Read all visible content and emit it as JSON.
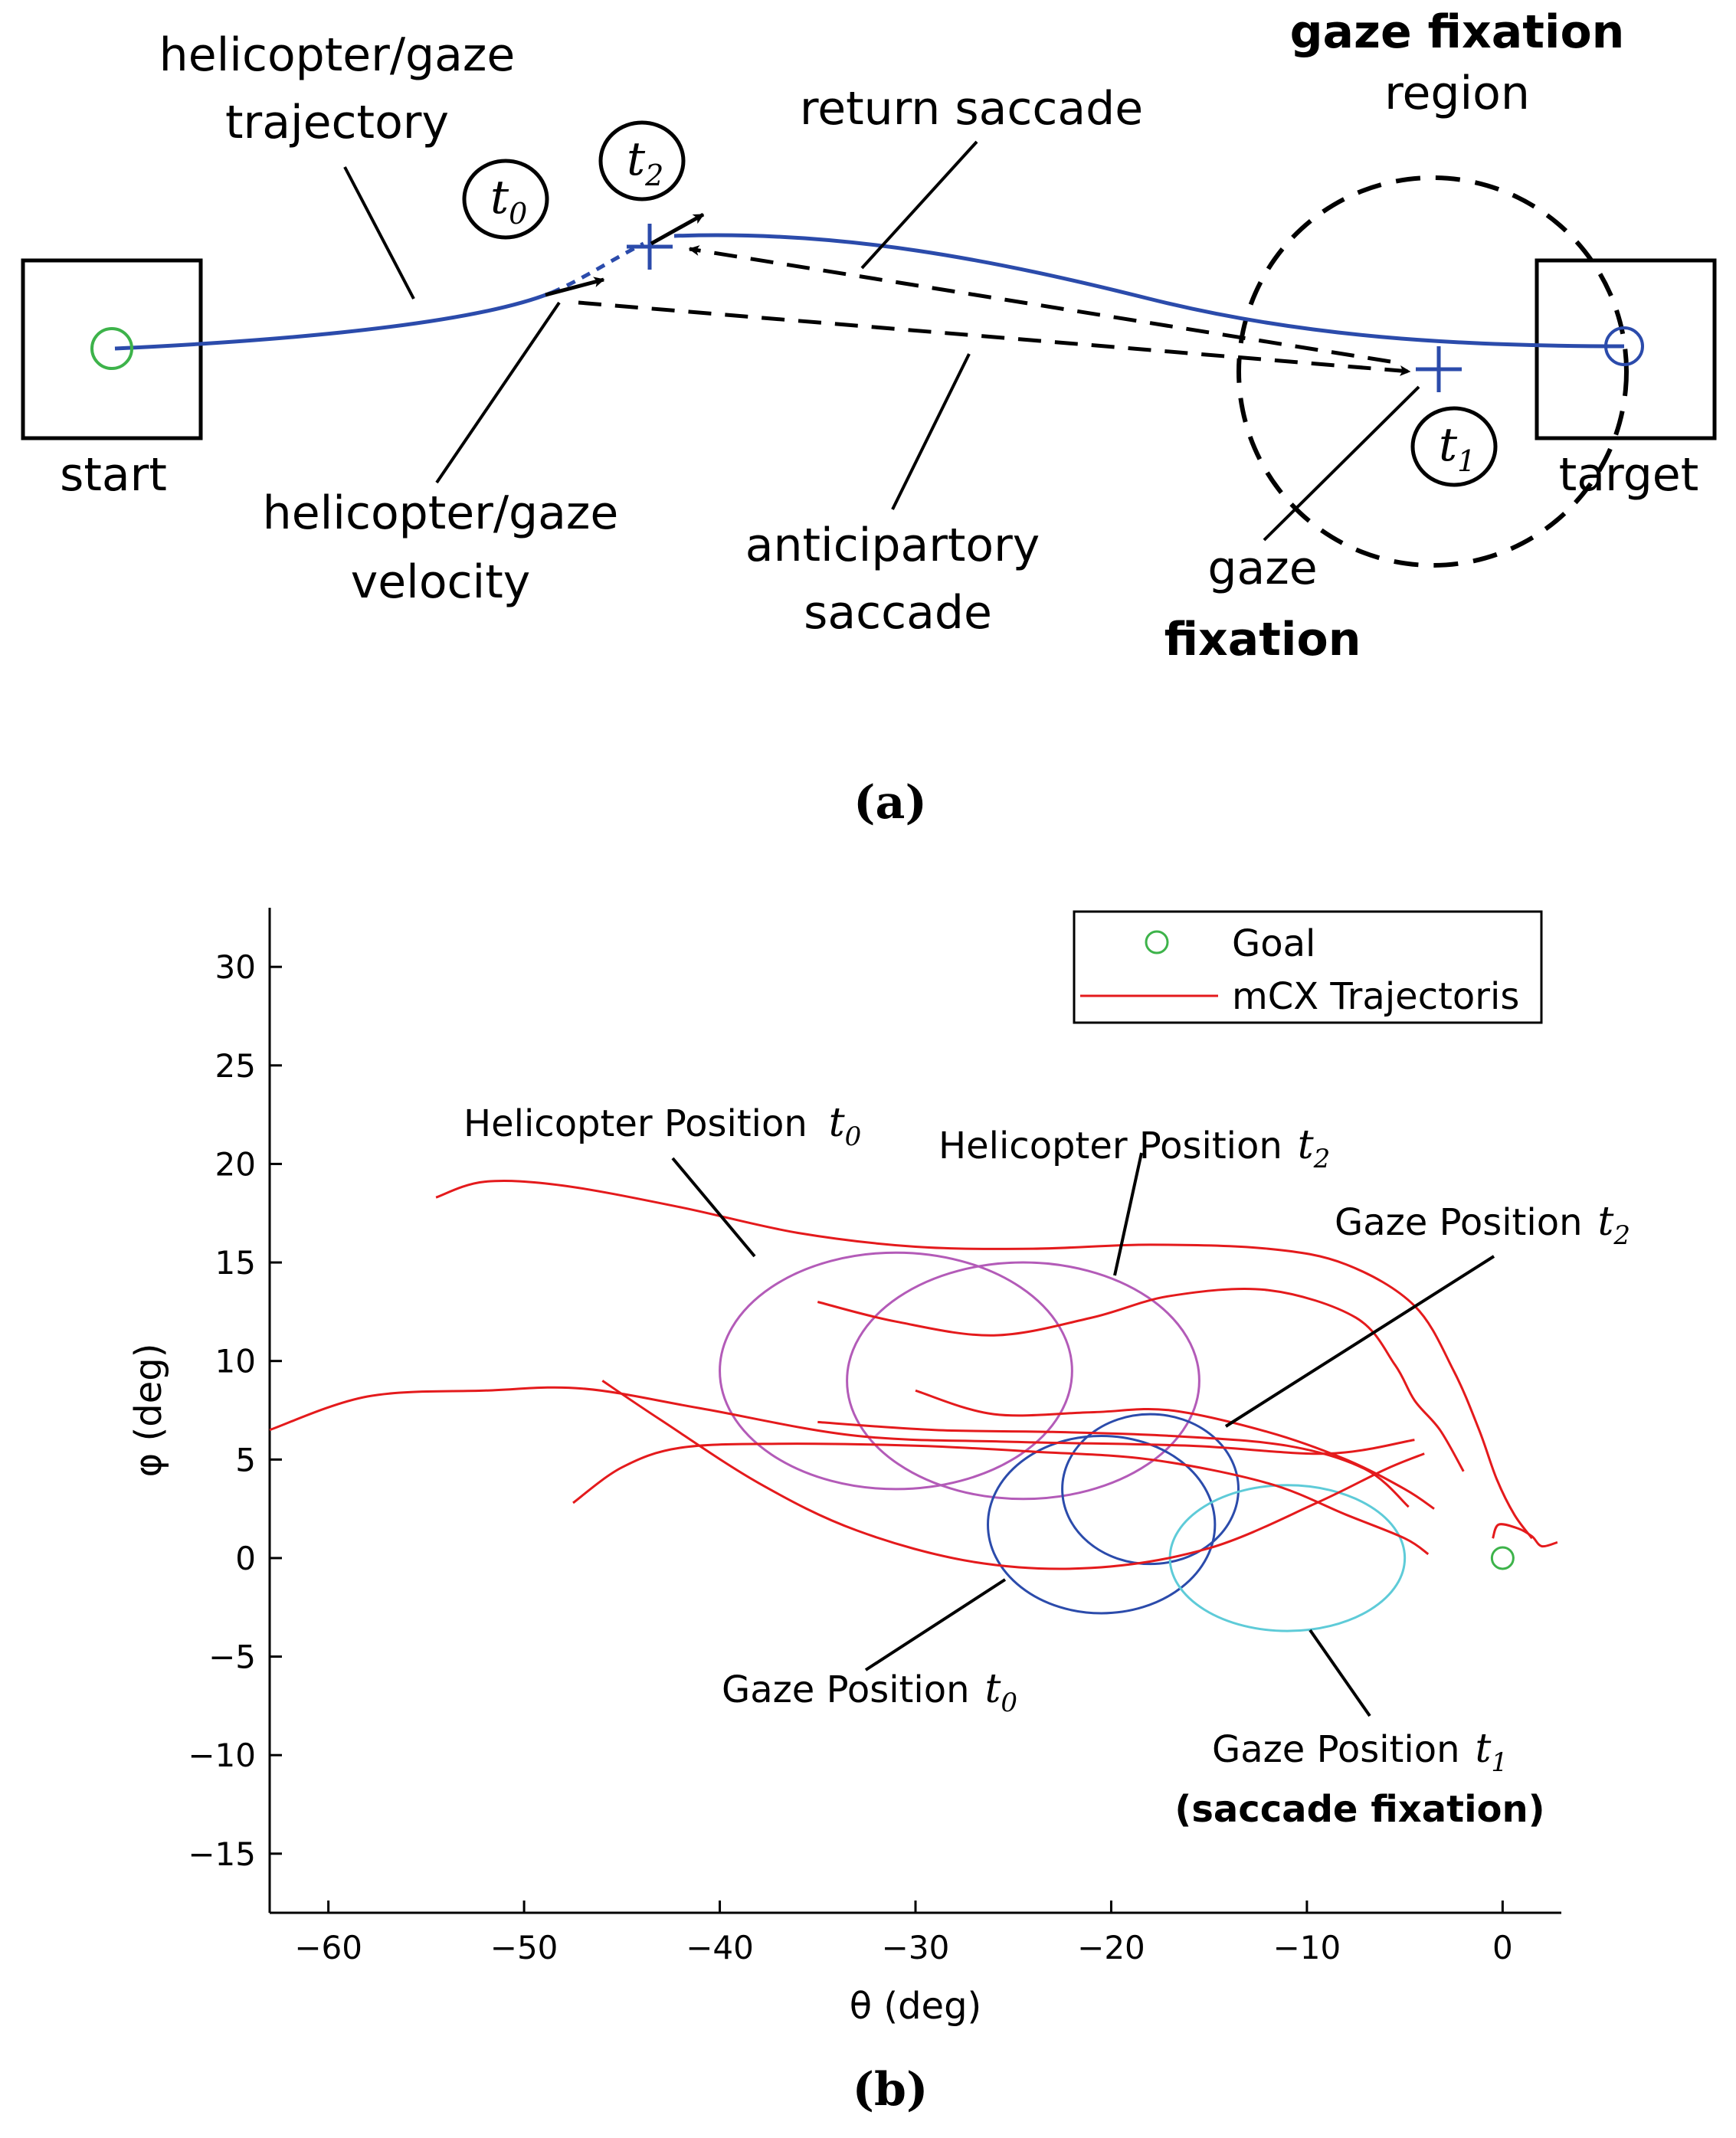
{
  "panel_a": {
    "tag": "(a)",
    "labels": {
      "traj_1": "helicopter/gaze",
      "traj_2": "trajectory",
      "vel_1": "helicopter/gaze",
      "vel_2": "velocity",
      "return_saccade": "return saccade",
      "antic_1": "anticipartory",
      "antic_2": "saccade",
      "region_1": "gaze fixation",
      "region_2": "region",
      "fix_1": "gaze",
      "fix_2": "fixation",
      "start": "start",
      "target": "target",
      "t0": "t",
      "t0_sub": "0",
      "t1": "t",
      "t1_sub": "1",
      "t2": "t",
      "t2_sub": "2"
    },
    "colors": {
      "trajectory": "#2b4bab",
      "start_marker": "#3db34a",
      "target_marker": "#2b4bab",
      "arrows": "#000000"
    }
  },
  "panel_b": {
    "tag": "(b)",
    "legend": {
      "goal": "Goal",
      "traj": "mCX Trajectoris"
    },
    "annotations": {
      "heli_t0": "Helicopter Position",
      "heli_t2": "Helicopter Position",
      "gaze_t2": "Gaze Position",
      "gaze_t0": "Gaze Position",
      "gaze_t1": "Gaze Position",
      "gaze_t1_note": "(saccade fixation)",
      "t": "t",
      "sub0": "0",
      "sub1": "1",
      "sub2": "2"
    }
  },
  "chart_data": {
    "type": "line",
    "xlabel": "θ (deg)",
    "ylabel": "φ (deg)",
    "xlim": [
      -63,
      3
    ],
    "ylim": [
      -18,
      33
    ],
    "xticks": [
      -60,
      -50,
      -40,
      -30,
      -20,
      -10,
      0
    ],
    "yticks": [
      -15,
      -10,
      -5,
      0,
      5,
      10,
      15,
      20,
      25,
      30
    ],
    "xtick_labels": [
      "−60",
      "−50",
      "−40",
      "−30",
      "−20",
      "−10",
      "0"
    ],
    "ytick_labels": [
      "−15",
      "−10",
      "−5",
      "0",
      "5",
      "10",
      "15",
      "20",
      "25",
      "30"
    ],
    "grid": false,
    "legend_position": "top-right",
    "goal": {
      "name": "Goal",
      "x": 0,
      "y": 0,
      "color": "#3db34a"
    },
    "series": [
      {
        "name": "mCX Trajectoris",
        "color": "#e41a1c",
        "points": [
          [
            -54.5,
            18.3
          ],
          [
            -52,
            19.1
          ],
          [
            -48,
            18.9
          ],
          [
            -42,
            17.8
          ],
          [
            -36,
            16.5
          ],
          [
            -30,
            15.8
          ],
          [
            -24,
            15.7
          ],
          [
            -18,
            15.9
          ],
          [
            -12,
            15.7
          ],
          [
            -8,
            14.9
          ],
          [
            -4.5,
            12.8
          ],
          [
            -2.5,
            9.5
          ],
          [
            -1.2,
            6.5
          ],
          [
            -0.3,
            4
          ],
          [
            0.6,
            2.2
          ],
          [
            1.5,
            1
          ]
        ]
      },
      {
        "name": "mCX Trajectoris",
        "color": "#e41a1c",
        "points": [
          [
            -35,
            13
          ],
          [
            -31,
            12
          ],
          [
            -26,
            11.3
          ],
          [
            -21,
            12.2
          ],
          [
            -17,
            13.3
          ],
          [
            -12,
            13.6
          ],
          [
            -7.5,
            12.2
          ],
          [
            -5.5,
            9.8
          ],
          [
            -4.5,
            8
          ],
          [
            -3.2,
            6.5
          ],
          [
            -2,
            4.4
          ]
        ]
      },
      {
        "name": "mCX Trajectoris",
        "color": "#e41a1c",
        "points": [
          [
            -63,
            6.5
          ],
          [
            -58,
            8.2
          ],
          [
            -52,
            8.5
          ],
          [
            -47,
            8.6
          ],
          [
            -41,
            7.6
          ],
          [
            -33,
            6.2
          ],
          [
            -25,
            5.9
          ],
          [
            -16,
            5.7
          ],
          [
            -9,
            5.3
          ],
          [
            -4.5,
            6
          ]
        ]
      },
      {
        "name": "mCX Trajectoris",
        "color": "#e41a1c",
        "points": [
          [
            -46,
            9
          ],
          [
            -43,
            7
          ],
          [
            -38,
            3.8
          ],
          [
            -33,
            1.4
          ],
          [
            -27,
            -0.2
          ],
          [
            -21,
            -0.5
          ],
          [
            -15,
            0.5
          ],
          [
            -9.5,
            2.8
          ],
          [
            -6,
            4.5
          ],
          [
            -4,
            5.3
          ]
        ]
      },
      {
        "name": "mCX Trajectoris",
        "color": "#e41a1c",
        "points": [
          [
            -47.5,
            2.8
          ],
          [
            -45,
            4.6
          ],
          [
            -42,
            5.6
          ],
          [
            -37,
            5.8
          ],
          [
            -30,
            5.7
          ],
          [
            -24,
            5.4
          ],
          [
            -18,
            5
          ],
          [
            -12,
            3.8
          ],
          [
            -8,
            2.2
          ],
          [
            -5,
            1
          ],
          [
            -3.8,
            0.2
          ]
        ]
      },
      {
        "name": "mCX Trajectoris",
        "color": "#e41a1c",
        "points": [
          [
            -30,
            8.5
          ],
          [
            -26,
            7.3
          ],
          [
            -21,
            7.4
          ],
          [
            -17,
            7.5
          ],
          [
            -12,
            6.4
          ],
          [
            -8,
            5
          ],
          [
            -5,
            3.5
          ],
          [
            -3.5,
            2.5
          ]
        ]
      },
      {
        "name": "mCX Trajectoris",
        "color": "#e41a1c",
        "points": [
          [
            -35,
            6.9
          ],
          [
            -29,
            6.5
          ],
          [
            -23,
            6.4
          ],
          [
            -17,
            6.2
          ],
          [
            -11,
            5.7
          ],
          [
            -7,
            4.5
          ],
          [
            -4.8,
            2.6
          ]
        ]
      },
      {
        "name": "mCX Trajectoris",
        "color": "#e41a1c",
        "points": [
          [
            -0.5,
            1
          ],
          [
            -0.2,
            1.7
          ],
          [
            0.8,
            1.5
          ],
          [
            1.5,
            1.1
          ],
          [
            2,
            0.6
          ],
          [
            2.8,
            0.8
          ]
        ]
      }
    ],
    "ellipses": [
      {
        "name": "Helicopter Position t0",
        "color": "#b35bb8",
        "cx": -31,
        "cy": 9.5,
        "rx": 9,
        "ry": 6
      },
      {
        "name": "Helicopter Position t2",
        "color": "#b35bb8",
        "cx": -24.5,
        "cy": 9,
        "rx": 9,
        "ry": 6
      },
      {
        "name": "Gaze Position t2",
        "color": "#2b4bab",
        "cx": -18,
        "cy": 3.5,
        "rx": 4.5,
        "ry": 3.8
      },
      {
        "name": "Gaze Position t0",
        "color": "#2b4bab",
        "cx": -20.5,
        "cy": 1.7,
        "rx": 5.8,
        "ry": 4.5
      },
      {
        "name": "Gaze Position t1 (saccade fixation)",
        "color": "#5ecbd8",
        "cx": -11,
        "cy": 0,
        "rx": 6,
        "ry": 3.7
      }
    ]
  }
}
